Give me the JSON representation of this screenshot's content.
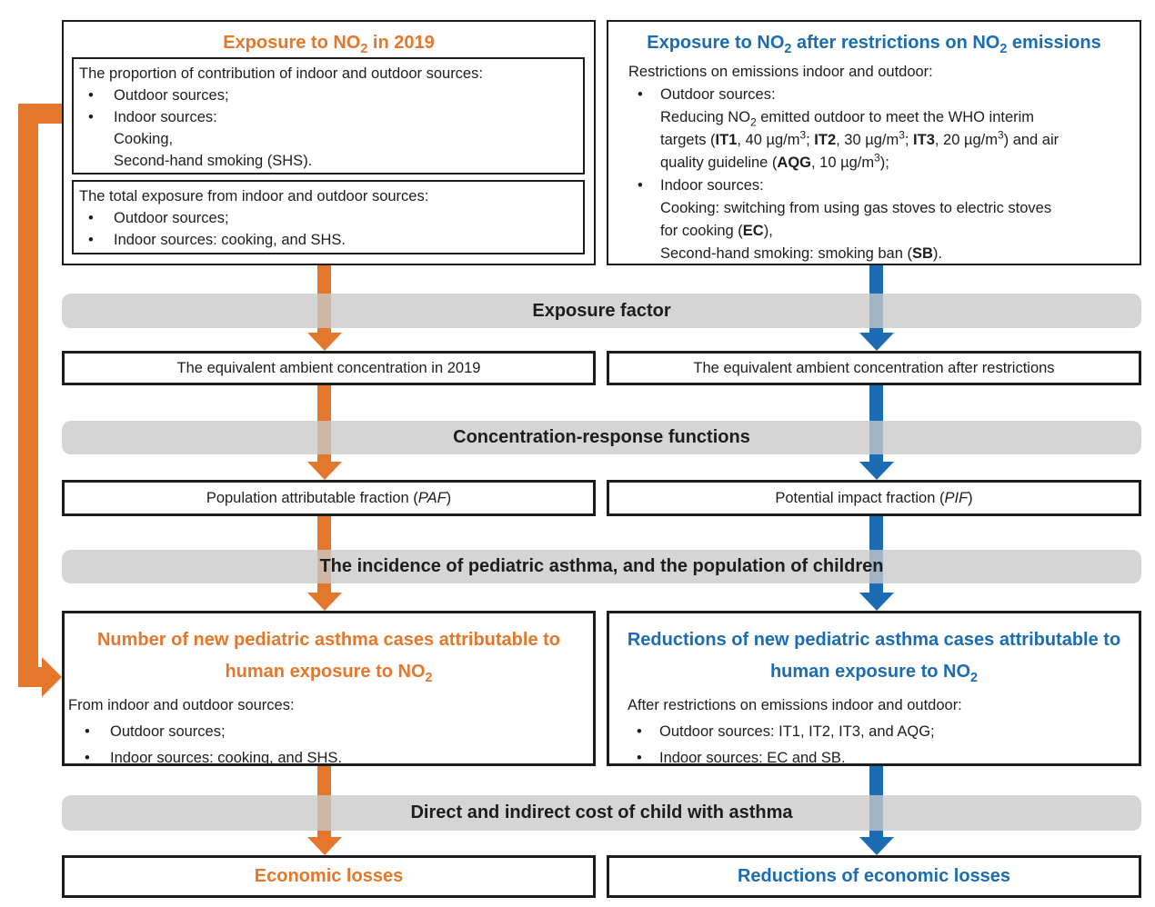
{
  "colors": {
    "orange": "#E4772B",
    "blue": "#1B6CB3",
    "gray": "#C9C9C9",
    "ink": "#1D1D1D"
  },
  "top_left": {
    "title": [
      {
        "t": "Exposure to NO"
      },
      {
        "t": "2",
        "s": "sub"
      },
      {
        "t": " in 2019"
      }
    ],
    "box1": {
      "lead": "The proportion of contribution of indoor and outdoor sources:",
      "items": [
        {
          "bullet": "•",
          "text": [
            {
              "t": "Outdoor sources;"
            }
          ]
        },
        {
          "bullet": "•",
          "text": [
            {
              "t": "Indoor sources:"
            }
          ]
        },
        {
          "bullet": "",
          "text": [
            {
              "t": "Cooking,"
            }
          ]
        },
        {
          "bullet": "",
          "text": [
            {
              "t": "Second-hand smoking (SHS)."
            }
          ]
        }
      ]
    },
    "box2": {
      "lead": "The total exposure from indoor and outdoor sources:",
      "items": [
        {
          "bullet": "•",
          "text": [
            {
              "t": "Outdoor sources;"
            }
          ]
        },
        {
          "bullet": "•",
          "text": [
            {
              "t": "Indoor sources: cooking, and SHS."
            }
          ]
        }
      ]
    }
  },
  "top_right": {
    "title": [
      {
        "t": "Exposure to NO"
      },
      {
        "t": "2",
        "s": "sub"
      },
      {
        "t": " after restrictions on NO"
      },
      {
        "t": "2",
        "s": "sub"
      },
      {
        "t": " emissions"
      }
    ],
    "lead": "Restrictions on emissions indoor and outdoor:",
    "items": [
      {
        "bullet": "•",
        "text": [
          {
            "t": "Outdoor sources:"
          }
        ]
      },
      {
        "bullet": "",
        "text": [
          {
            "t": "Reducing NO"
          },
          {
            "t": "2",
            "s": "sub"
          },
          {
            "t": " emitted outdoor to meet the WHO interim"
          }
        ]
      },
      {
        "bullet": "",
        "text": [
          {
            "t": "targets ("
          },
          {
            "t": "IT1",
            "s": "b"
          },
          {
            "t": ", 40 µg/m"
          },
          {
            "t": "3",
            "s": "sup"
          },
          {
            "t": "; "
          },
          {
            "t": "IT2",
            "s": "b"
          },
          {
            "t": ", 30 µg/m"
          },
          {
            "t": "3",
            "s": "sup"
          },
          {
            "t": "; "
          },
          {
            "t": "IT3",
            "s": "b"
          },
          {
            "t": ", 20 µg/m"
          },
          {
            "t": "3",
            "s": "sup"
          },
          {
            "t": ") and air"
          }
        ]
      },
      {
        "bullet": "",
        "text": [
          {
            "t": "quality guideline ("
          },
          {
            "t": "AQG",
            "s": "b"
          },
          {
            "t": ", 10 µg/m"
          },
          {
            "t": "3",
            "s": "sup"
          },
          {
            "t": ");"
          }
        ]
      },
      {
        "bullet": "•",
        "text": [
          {
            "t": "Indoor sources:"
          }
        ]
      },
      {
        "bullet": "",
        "text": [
          {
            "t": "Cooking: switching from using gas stoves to electric stoves"
          }
        ]
      },
      {
        "bullet": "",
        "text": [
          {
            "t": "for cooking ("
          },
          {
            "t": "EC",
            "s": "b"
          },
          {
            "t": "),"
          }
        ]
      },
      {
        "bullet": "",
        "text": [
          {
            "t": "Second-hand smoking: smoking ban ("
          },
          {
            "t": "SB",
            "s": "b"
          },
          {
            "t": ")."
          }
        ]
      }
    ]
  },
  "bars": [
    {
      "label": "Exposure factor"
    },
    {
      "label": "Concentration-response functions"
    },
    {
      "label": "The incidence of pediatric asthma, and the population of children"
    },
    {
      "label": "Direct and indirect cost of child with asthma"
    }
  ],
  "row1": {
    "left": "The equivalent ambient concentration in 2019",
    "right": "The equivalent ambient concentration after restrictions"
  },
  "row2": {
    "left": [
      {
        "t": "Population attributable fraction ("
      },
      {
        "t": "PAF",
        "s": "i"
      },
      {
        "t": ")"
      }
    ],
    "right": [
      {
        "t": "Potential impact fraction ("
      },
      {
        "t": "PIF",
        "s": "i"
      },
      {
        "t": ")"
      }
    ]
  },
  "bottom_left": {
    "title": [
      {
        "t": "Number of new pediatric asthma cases attributable to human exposure to NO"
      },
      {
        "t": "2",
        "s": "sub"
      }
    ],
    "lead": "From indoor and outdoor sources:",
    "items": [
      {
        "bullet": "•",
        "text": [
          {
            "t": "Outdoor sources;"
          }
        ]
      },
      {
        "bullet": "•",
        "text": [
          {
            "t": "Indoor sources: cooking, and SHS."
          }
        ]
      }
    ]
  },
  "bottom_right": {
    "title": [
      {
        "t": "Reductions of new pediatric asthma cases attributable to human exposure to NO"
      },
      {
        "t": "2",
        "s": "sub"
      }
    ],
    "lead": "After restrictions on emissions indoor and outdoor:",
    "items": [
      {
        "bullet": "•",
        "text": [
          {
            "t": "Outdoor sources: IT1, IT2, IT3, and AQG;"
          }
        ]
      },
      {
        "bullet": "•",
        "text": [
          {
            "t": "Indoor sources: EC and SB."
          }
        ]
      }
    ]
  },
  "final": {
    "left": "Economic losses",
    "right": "Reductions of economic losses"
  }
}
